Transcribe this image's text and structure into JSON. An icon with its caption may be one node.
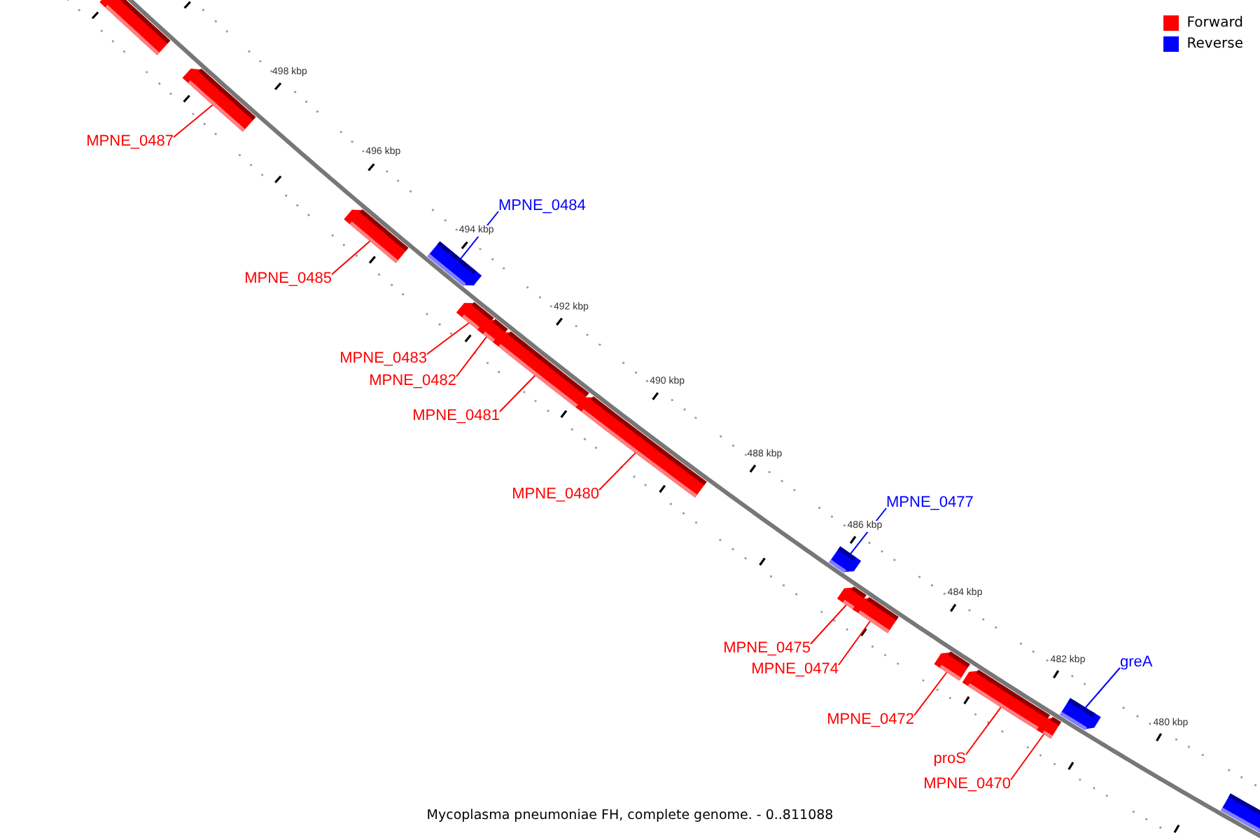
{
  "diagram": {
    "caption": "Mycoplasma pneumoniae FH, complete genome. - 0..811088",
    "nodes": [
      {
        "text": [],
        "shape": "box"
      },
      {
        "text": [],
        "shape": "box"
      },
      {
        "text": [],
        "shape": "box"
      },
      {
        "text": [],
        "shape": "box"
      },
      {
        "text": [],
        "shape": "box"
      },
      {
        "text": [],
        "shape": "box"
      },
      {
        "text": [],
        "shape": "box"
      },
      {
        "text": [],
        "shape": "box"
      },
      {
        "text": [],
        "shape": "box"
      },
      {
        "text": [],
        "shape": "box"
      },
      {
        "text": [],
        "shape": "box"
      },
      {
        "text": [],
        "shape": "box"
      },
      {
        "text": [],
        "shape": "box"
      },
      {
        "text": [],
        "shape": "box"
      },
      {
        "text": [],
        "shape": "box"
      },
      {
        "text": [],
        "shape": "box"
      },
      {
        "text": [
          "MPNE_0487"
        ]
      },
      {
        "text": [
          "MPNE_0485"
        ]
      },
      {
        "text": [
          "MPNE_0484"
        ]
      },
      {
        "text": [
          "MPNE_0483"
        ]
      },
      {
        "text": [
          "MPNE_0482"
        ]
      },
      {
        "text": [
          "MPNE_0481"
        ]
      },
      {
        "text": [
          "MPNE_0480"
        ]
      },
      {
        "text": [
          "MPNE_0477"
        ]
      },
      {
        "text": [
          "MPNE_0475"
        ]
      },
      {
        "text": [
          "MPNE_0474"
        ]
      },
      {
        "text": [
          "MPNE_0472"
        ]
      },
      {
        "text": [
          "proS"
        ]
      },
      {
        "text": [
          "MPNE_0470"
        ]
      },
      {
        "text": [
          "greA"
        ]
      }
    ],
    "edges": [
      {
        "from": 16,
        "to": 1,
        "arrow": "none"
      },
      {
        "from": 17,
        "to": 2,
        "arrow": "none"
      },
      {
        "from": 18,
        "to": 3,
        "arrow": "none",
        "color": "#0000ff"
      },
      {
        "from": 19,
        "to": 4,
        "arrow": "none"
      },
      {
        "from": 20,
        "to": 5,
        "arrow": "none"
      },
      {
        "from": 21,
        "to": 6,
        "arrow": "none"
      },
      {
        "from": 22,
        "to": 7,
        "arrow": "none"
      },
      {
        "from": 23,
        "to": 8,
        "arrow": "none",
        "color": "#0000ff"
      },
      {
        "from": 24,
        "to": 9,
        "arrow": "none"
      },
      {
        "from": 25,
        "to": 10,
        "arrow": "none"
      },
      {
        "from": 26,
        "to": 11,
        "arrow": "none"
      },
      {
        "from": 27,
        "to": 12,
        "arrow": "none"
      },
      {
        "from": 28,
        "to": 13,
        "arrow": "none"
      },
      {
        "from": 29,
        "to": 14,
        "arrow": "none",
        "color": "#0000ff"
      }
    ],
    "labels": [
      "498 kbp",
      "496 kbp",
      "494 kbp",
      "492 kbp",
      "490 kbp",
      "488 kbp",
      "486 kbp",
      "484 kbp",
      "482 kbp",
      "480 kbp"
    ],
    "legend": [
      {
        "text": "Forward",
        "color": "#ff0000"
      },
      {
        "text": "Reverse",
        "color": "#0000ff"
      }
    ]
  }
}
